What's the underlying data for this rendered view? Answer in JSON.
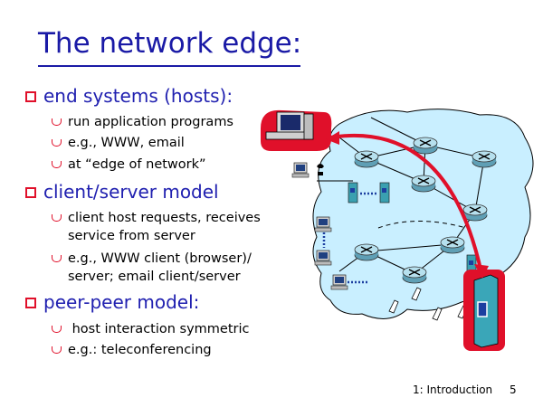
{
  "title": "The network edge:",
  "sections": [
    {
      "heading": "end systems (hosts):",
      "items": [
        "run application programs",
        "e.g., WWW, email",
        "at “edge of network”"
      ]
    },
    {
      "heading": "client/server model",
      "items": [
        "client host requests, receives",
        "service from server",
        "e.g., WWW client (browser)/",
        "server; email client/server"
      ]
    },
    {
      "heading": "peer-peer model:",
      "items": [
        " host interaction symmetric",
        "e.g.: teleconferencing"
      ]
    }
  ],
  "footer": {
    "label": "1: Introduction",
    "page": "5"
  },
  "colors": {
    "title": "#1a1aa6",
    "bullet": "#e0102a",
    "cloud": "#c9efff",
    "router": "#9fd0e0",
    "arrow": "#e0102a"
  },
  "icons": [
    "computer-icon",
    "telephone-icon",
    "router-icon",
    "server-icon",
    "laptop-icon",
    "cellphone-icon"
  ]
}
